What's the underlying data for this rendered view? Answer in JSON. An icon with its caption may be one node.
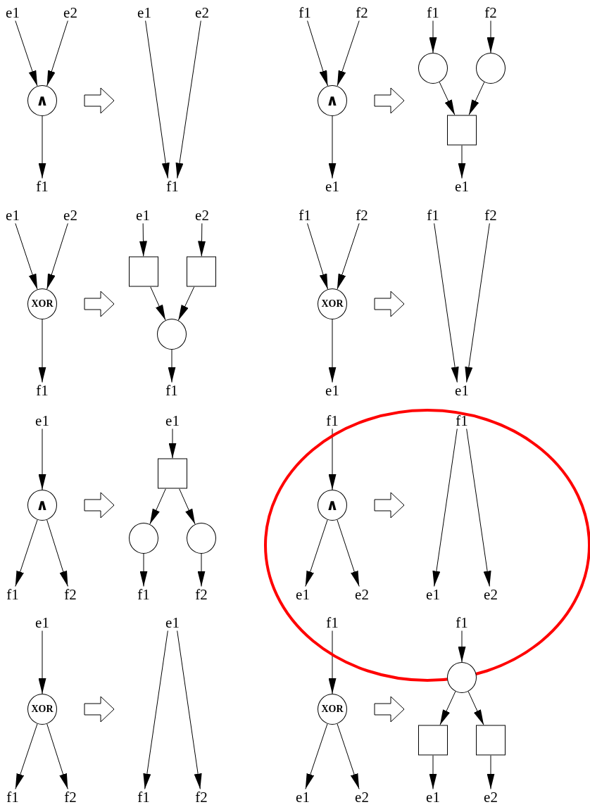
{
  "diagram": {
    "nodes": [
      {
        "text": [
          "e1"
        ]
      },
      {
        "text": [
          "e2"
        ]
      },
      {
        "text": [
          "∧"
        ]
      },
      {
        "text": [
          "f1"
        ]
      },
      {
        "text": [
          "e1"
        ]
      },
      {
        "text": [
          "e2"
        ]
      },
      {
        "text": [
          "f1"
        ]
      },
      {
        "text": [
          "f1"
        ]
      },
      {
        "text": [
          "f2"
        ]
      },
      {
        "text": [
          "∧"
        ]
      },
      {
        "text": [
          "e1"
        ]
      },
      {
        "text": [
          "f1"
        ]
      },
      {
        "text": [
          "f2"
        ]
      },
      {
        "text": [],
        "shape": "circle"
      },
      {
        "text": [],
        "shape": "circle"
      },
      {
        "text": [],
        "shape": "box"
      },
      {
        "text": [
          "e1"
        ]
      },
      {
        "text": [
          "e1"
        ]
      },
      {
        "text": [
          "e2"
        ]
      },
      {
        "text": [
          "XOR"
        ]
      },
      {
        "text": [
          "f1"
        ]
      },
      {
        "text": [
          "e1"
        ]
      },
      {
        "text": [
          "e2"
        ]
      },
      {
        "text": [],
        "shape": "box"
      },
      {
        "text": [],
        "shape": "box"
      },
      {
        "text": [],
        "shape": "circle"
      },
      {
        "text": [
          "f1"
        ]
      },
      {
        "text": [
          "f1"
        ]
      },
      {
        "text": [
          "f2"
        ]
      },
      {
        "text": [
          "XOR"
        ]
      },
      {
        "text": [
          "e1"
        ]
      },
      {
        "text": [
          "f1"
        ]
      },
      {
        "text": [
          "f2"
        ]
      },
      {
        "text": [
          "e1"
        ]
      },
      {
        "text": [
          "e1"
        ]
      },
      {
        "text": [
          "∧"
        ]
      },
      {
        "text": [
          "f1"
        ]
      },
      {
        "text": [
          "f2"
        ]
      },
      {
        "text": [
          "e1"
        ]
      },
      {
        "text": [],
        "shape": "box"
      },
      {
        "text": [],
        "shape": "circle"
      },
      {
        "text": [],
        "shape": "circle"
      },
      {
        "text": [
          "f1"
        ]
      },
      {
        "text": [
          "f2"
        ]
      },
      {
        "text": [
          "f1"
        ]
      },
      {
        "text": [
          "∧"
        ]
      },
      {
        "text": [
          "e1"
        ]
      },
      {
        "text": [
          "e2"
        ]
      },
      {
        "text": [
          "f1"
        ]
      },
      {
        "text": [
          "e1"
        ]
      },
      {
        "text": [
          "e2"
        ]
      },
      {
        "text": [
          "e1"
        ]
      },
      {
        "text": [
          "XOR"
        ]
      },
      {
        "text": [
          "f1"
        ]
      },
      {
        "text": [
          "f2"
        ]
      },
      {
        "text": [
          "e1"
        ]
      },
      {
        "text": [
          "f1"
        ]
      },
      {
        "text": [
          "f2"
        ]
      },
      {
        "text": [
          "f1"
        ]
      },
      {
        "text": [
          "XOR"
        ]
      },
      {
        "text": [
          "e1"
        ]
      },
      {
        "text": [
          "e2"
        ]
      },
      {
        "text": [
          "f1"
        ]
      },
      {
        "text": [],
        "shape": "circle"
      },
      {
        "text": [],
        "shape": "box"
      },
      {
        "text": [],
        "shape": "box"
      },
      {
        "text": [
          "e1"
        ]
      },
      {
        "text": [
          "e2"
        ]
      }
    ],
    "edges": [
      {
        "from": 0,
        "to": 2,
        "arrow": "to"
      },
      {
        "from": 1,
        "to": 2,
        "arrow": "to"
      },
      {
        "from": 2,
        "to": 3,
        "arrow": "to"
      },
      {
        "from": 4,
        "to": 6,
        "arrow": "to"
      },
      {
        "from": 5,
        "to": 6,
        "arrow": "to"
      },
      {
        "from": 7,
        "to": 9,
        "arrow": "to"
      },
      {
        "from": 8,
        "to": 9,
        "arrow": "to"
      },
      {
        "from": 9,
        "to": 10,
        "arrow": "to"
      },
      {
        "from": 11,
        "to": 13,
        "arrow": "to"
      },
      {
        "from": 12,
        "to": 14,
        "arrow": "to"
      },
      {
        "from": 13,
        "to": 15,
        "arrow": "to"
      },
      {
        "from": 14,
        "to": 15,
        "arrow": "to"
      },
      {
        "from": 15,
        "to": 16,
        "arrow": "to"
      },
      {
        "from": 17,
        "to": 19,
        "arrow": "to"
      },
      {
        "from": 18,
        "to": 19,
        "arrow": "to"
      },
      {
        "from": 19,
        "to": 20,
        "arrow": "to"
      },
      {
        "from": 21,
        "to": 23,
        "arrow": "to"
      },
      {
        "from": 22,
        "to": 24,
        "arrow": "to"
      },
      {
        "from": 23,
        "to": 25,
        "arrow": "to"
      },
      {
        "from": 24,
        "to": 25,
        "arrow": "to"
      },
      {
        "from": 25,
        "to": 26,
        "arrow": "to"
      },
      {
        "from": 27,
        "to": 29,
        "arrow": "to"
      },
      {
        "from": 28,
        "to": 29,
        "arrow": "to"
      },
      {
        "from": 29,
        "to": 30,
        "arrow": "to"
      },
      {
        "from": 31,
        "to": 33,
        "arrow": "to"
      },
      {
        "from": 32,
        "to": 33,
        "arrow": "to"
      },
      {
        "from": 34,
        "to": 35,
        "arrow": "to"
      },
      {
        "from": 35,
        "to": 36,
        "arrow": "to"
      },
      {
        "from": 35,
        "to": 37,
        "arrow": "to"
      },
      {
        "from": 38,
        "to": 39,
        "arrow": "to"
      },
      {
        "from": 39,
        "to": 40,
        "arrow": "to"
      },
      {
        "from": 39,
        "to": 41,
        "arrow": "to"
      },
      {
        "from": 40,
        "to": 42,
        "arrow": "to"
      },
      {
        "from": 41,
        "to": 43,
        "arrow": "to"
      },
      {
        "from": 44,
        "to": 45,
        "arrow": "to"
      },
      {
        "from": 45,
        "to": 46,
        "arrow": "to"
      },
      {
        "from": 45,
        "to": 47,
        "arrow": "to"
      },
      {
        "from": 48,
        "to": 49,
        "arrow": "to"
      },
      {
        "from": 48,
        "to": 50,
        "arrow": "to"
      },
      {
        "from": 51,
        "to": 52,
        "arrow": "to"
      },
      {
        "from": 52,
        "to": 53,
        "arrow": "to"
      },
      {
        "from": 52,
        "to": 54,
        "arrow": "to"
      },
      {
        "from": 55,
        "to": 56,
        "arrow": "to"
      },
      {
        "from": 55,
        "to": 57,
        "arrow": "to"
      },
      {
        "from": 58,
        "to": 59,
        "arrow": "to"
      },
      {
        "from": 59,
        "to": 60,
        "arrow": "to"
      },
      {
        "from": 59,
        "to": 61,
        "arrow": "to"
      },
      {
        "from": 62,
        "to": 63,
        "arrow": "to"
      },
      {
        "from": 63,
        "to": 64,
        "arrow": "to"
      },
      {
        "from": 63,
        "to": 65,
        "arrow": "to"
      },
      {
        "from": 64,
        "to": 66,
        "arrow": "to"
      },
      {
        "from": 65,
        "to": 67,
        "arrow": "to"
      }
    ]
  }
}
